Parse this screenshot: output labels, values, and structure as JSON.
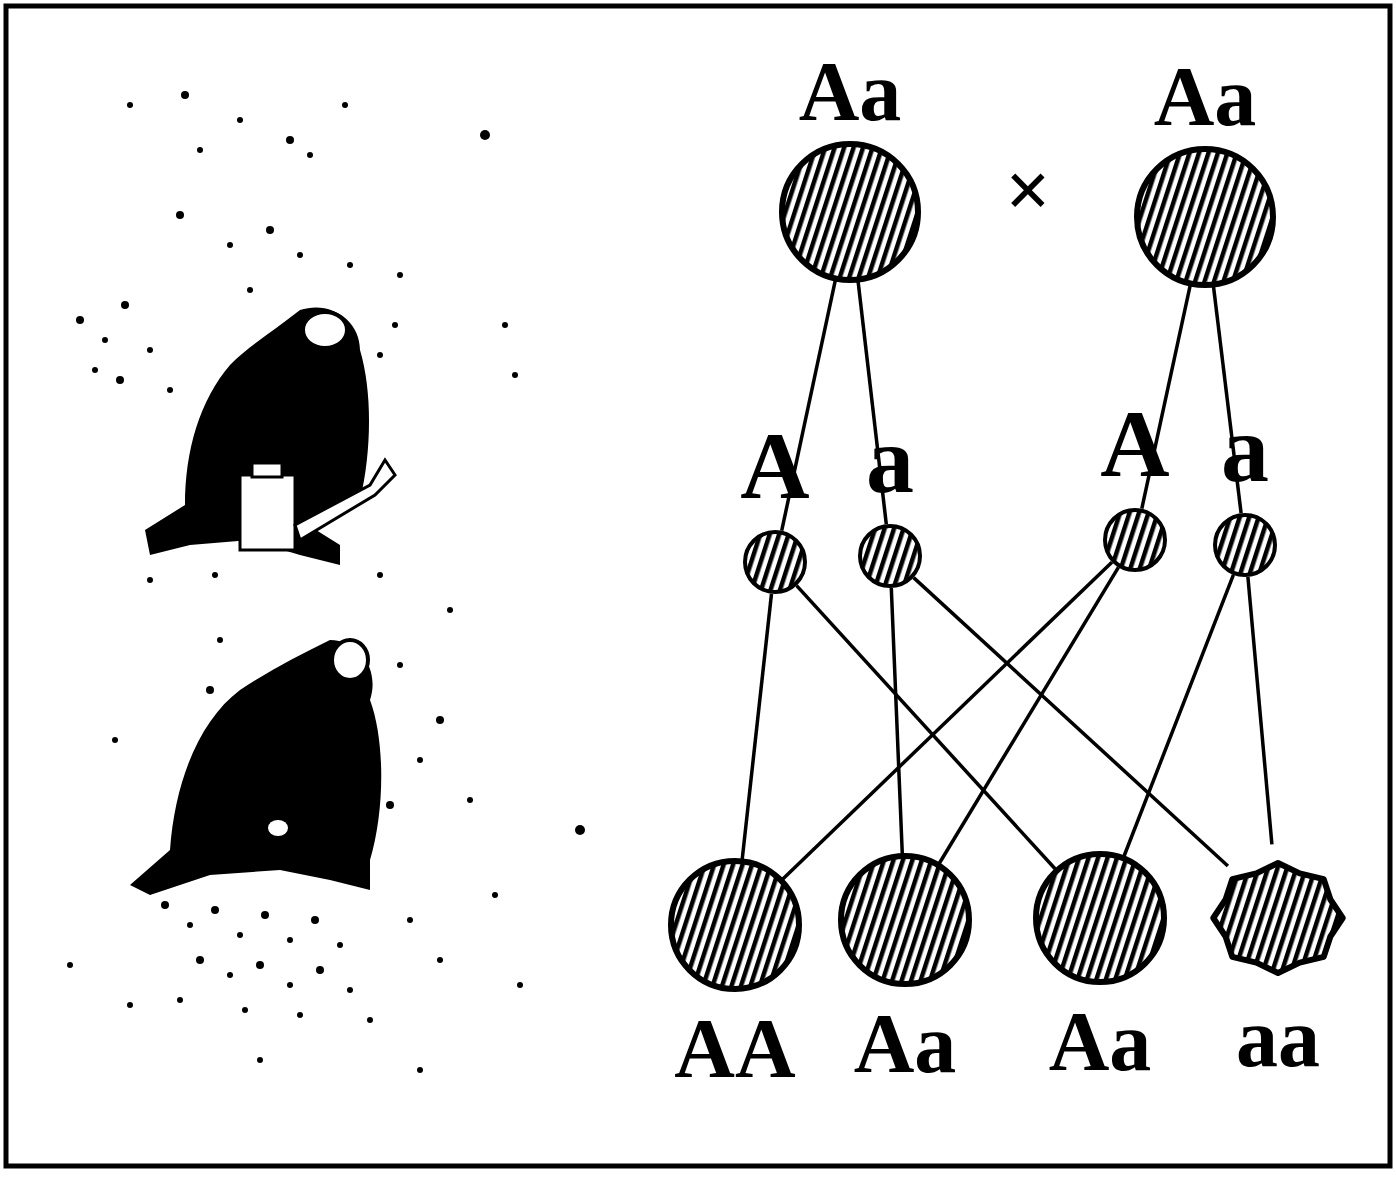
{
  "diagram": {
    "nodes": [
      {
        "text": [
          "Aa"
        ]
      },
      {
        "text": [
          "Aa"
        ]
      },
      {
        "text": [
          "A"
        ]
      },
      {
        "text": [
          "a"
        ]
      },
      {
        "text": [
          "A"
        ]
      },
      {
        "text": [
          "a"
        ]
      },
      {
        "text": [
          "AA"
        ]
      },
      {
        "text": [
          "Aa"
        ]
      },
      {
        "text": [
          "Aa"
        ]
      },
      {
        "text": [
          "aa"
        ]
      }
    ],
    "edges": [
      {
        "from": 0,
        "to": 2,
        "arrow": "none"
      },
      {
        "from": 0,
        "to": 3,
        "arrow": "none"
      },
      {
        "from": 1,
        "to": 4,
        "arrow": "none"
      },
      {
        "from": 1,
        "to": 5,
        "arrow": "none"
      },
      {
        "from": 2,
        "to": 6,
        "arrow": "none"
      },
      {
        "from": 2,
        "to": 8,
        "arrow": "none"
      },
      {
        "from": 3,
        "to": 7,
        "arrow": "none"
      },
      {
        "from": 3,
        "to": 9,
        "arrow": "none"
      },
      {
        "from": 4,
        "to": 6,
        "arrow": "none"
      },
      {
        "from": 4,
        "to": 7,
        "arrow": "none"
      },
      {
        "from": 5,
        "to": 8,
        "arrow": "none"
      },
      {
        "from": 5,
        "to": 9,
        "arrow": "none"
      }
    ],
    "labels": [
      "×"
    ]
  }
}
